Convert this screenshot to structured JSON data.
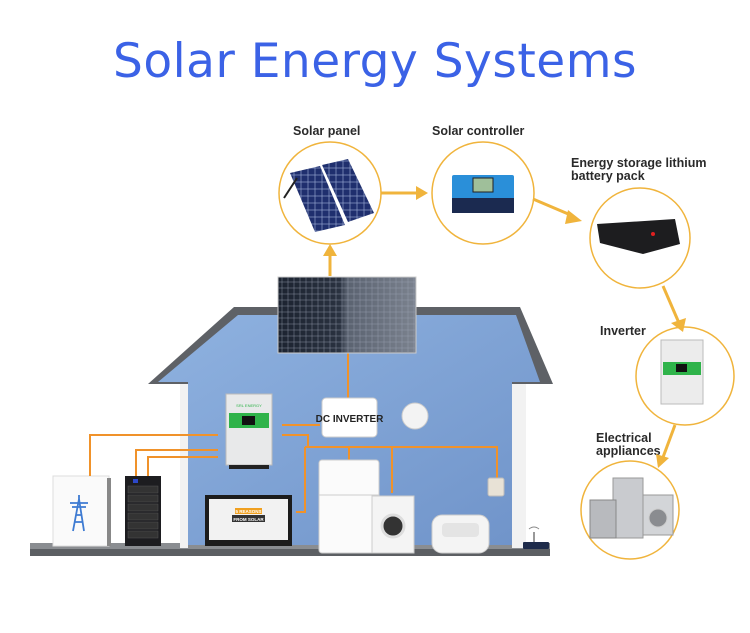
{
  "title": "Solar Energy Systems",
  "steps": [
    {
      "label": "Solar panel"
    },
    {
      "label": "Solar controller"
    },
    {
      "label_line1": "Energy storage lithium",
      "label_line2": "battery pack"
    },
    {
      "label": "Inverter"
    },
    {
      "label_line1": "Electrical",
      "label_line2": "appliances"
    }
  ],
  "house": {
    "dc_inverter_label": "DC INVERTER",
    "inverter_brand": "SRL ENERGY",
    "tv_text_line1": "5 REASONS",
    "tv_text_line2": "FROM SOLAR"
  },
  "colors": {
    "accent": "#f0b43c",
    "wire": "#f0922a",
    "title": "#3b62e6",
    "wall": "#7fa3d6"
  }
}
